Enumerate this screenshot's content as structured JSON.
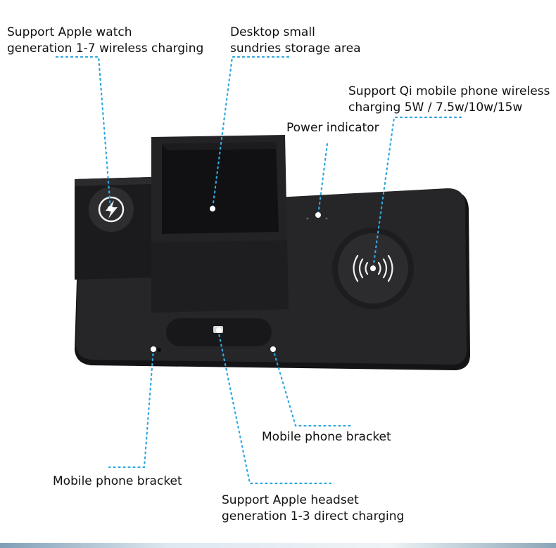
{
  "labels": {
    "apple_watch": [
      "Support Apple watch",
      "generation 1-7 wireless charging"
    ],
    "storage": [
      "Desktop small",
      "sundries storage area"
    ],
    "qi_phone": [
      "Support Qi mobile phone wireless",
      "charging 5W / 7.5w/10w/15w"
    ],
    "power_indicator": "Power indicator",
    "bracket_right": "Mobile phone bracket",
    "bracket_left": "Mobile phone bracket",
    "headset": [
      "Support Apple headset",
      "generation 1-3 direct charging"
    ]
  },
  "colors": {
    "leader_line": "#2fa8e0",
    "device_body": "#202022",
    "device_top": "#2a2a2d"
  },
  "icons": [
    "lightning-charge-icon",
    "wireless-signal-icon"
  ]
}
